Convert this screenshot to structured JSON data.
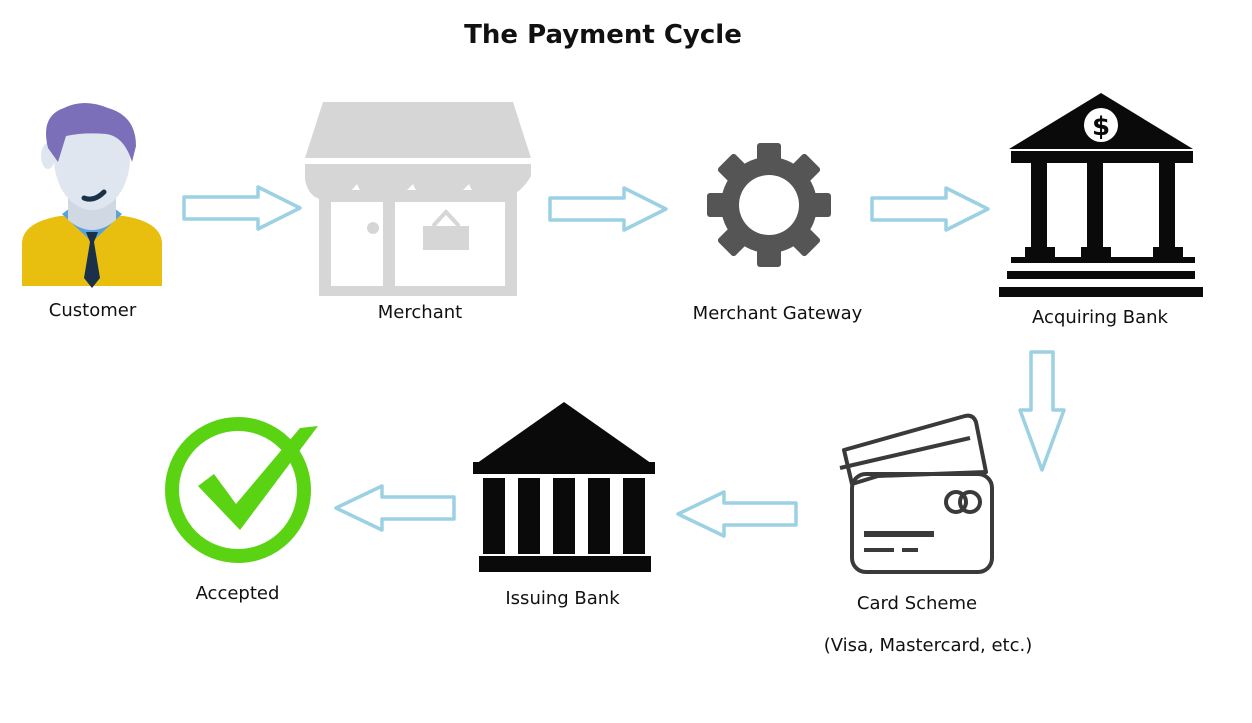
{
  "title": "The Payment Cycle",
  "nodes": {
    "customer": "Customer",
    "merchant": "Merchant",
    "gateway": "Merchant Gateway",
    "acquiring": "Acquiring Bank",
    "scheme": "Card Scheme",
    "scheme_note": "(Visa, Mastercard, etc.)",
    "issuing": "Issuing Bank",
    "accepted": "Accepted"
  },
  "colors": {
    "arrow_stroke": "#9bd1e3",
    "customer_hair": "#7a6fb8",
    "customer_face": "#dfe6ef",
    "customer_shirt": "#e8bf0f",
    "customer_collar": "#5aa2dc",
    "customer_tie": "#1b3149",
    "merchant_gray": "#d6d6d6",
    "gear_gray": "#555555",
    "bank_black": "#0a0a0a",
    "card_line": "#3a3a3a",
    "check_green": "#5ad313"
  },
  "icons": [
    "customer-icon",
    "merchant-store-icon",
    "gear-icon",
    "acquiring-bank-icon",
    "credit-card-icon",
    "issuing-bank-icon",
    "checkmark-icon"
  ]
}
